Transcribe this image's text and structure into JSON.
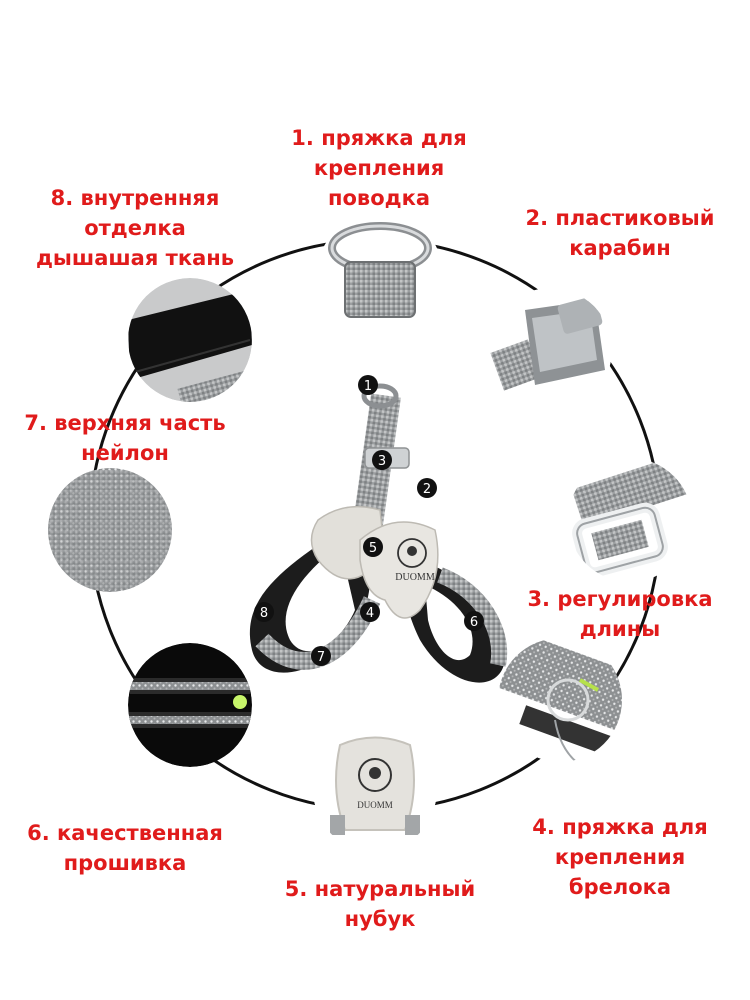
{
  "labels": [
    {
      "id": "1",
      "lines": [
        "1. пряжка для",
        "крепления",
        "поводка"
      ]
    },
    {
      "id": "2",
      "lines": [
        "2. пластиковый",
        "карабин"
      ]
    },
    {
      "id": "3",
      "lines": [
        "3. регулировка",
        "длины"
      ]
    },
    {
      "id": "4",
      "lines": [
        "4. пряжка для",
        "крепления",
        "брелока"
      ]
    },
    {
      "id": "5",
      "lines": [
        "5. натуральный",
        "нубук"
      ]
    },
    {
      "id": "6",
      "lines": [
        "6. качественная",
        "прошивка"
      ]
    },
    {
      "id": "7",
      "lines": [
        "7. верхняя часть",
        "нейлон"
      ]
    },
    {
      "id": "8",
      "lines": [
        "8. внутренняя",
        "отделка",
        "дышашая ткань"
      ]
    }
  ],
  "brand": "DUOMM",
  "markers": [
    "1",
    "2",
    "3",
    "4",
    "5",
    "6",
    "7",
    "8"
  ],
  "colors": {
    "label_red": "#e01b1b",
    "ring": "#111111",
    "harness_gray": "#a3a6a8",
    "padding_black": "#1c1c1c",
    "suede": "#e4e2dd"
  }
}
